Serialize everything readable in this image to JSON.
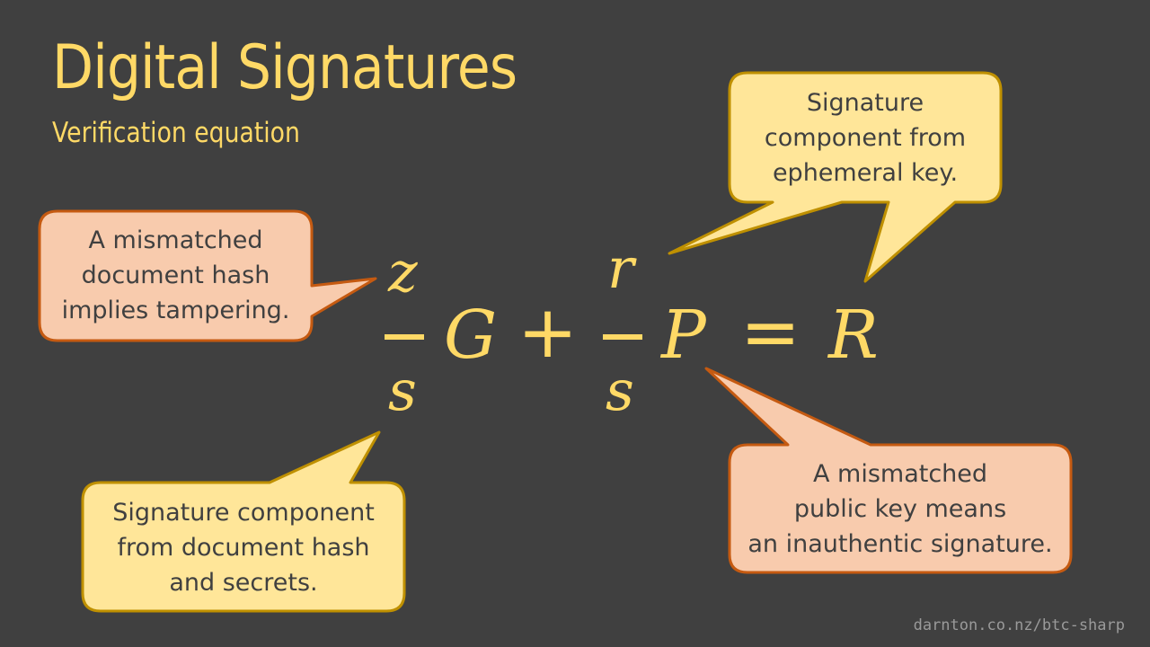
{
  "slide": {
    "title": "Digital Signatures",
    "subtitle": "Verification equation",
    "footer": "darnton.co.nz/btc-sharp"
  },
  "equation": {
    "frac1": {
      "numerator": "z",
      "denominator": "s"
    },
    "term1": "G",
    "plus": "+",
    "frac2": {
      "numerator": "r",
      "denominator": "s"
    },
    "term2": "P",
    "equals": "=",
    "result": "R"
  },
  "callouts": {
    "hash_tamper": {
      "lines": [
        "A mismatched",
        "document hash",
        "implies tampering."
      ],
      "style": "peach"
    },
    "ephemeral": {
      "lines": [
        "Signature",
        "component from",
        "ephemeral key."
      ],
      "style": "yellow"
    },
    "doc_hash": {
      "lines": [
        "Signature component",
        "from document hash",
        "and secrets."
      ],
      "style": "yellow"
    },
    "public_key": {
      "lines": [
        "A mismatched",
        "public key means",
        "an inauthentic signature."
      ],
      "style": "peach"
    }
  },
  "colors": {
    "background": "#404040",
    "accent": "#ffd966",
    "yellow_fill": "#ffe699",
    "yellow_stroke": "#bf9000",
    "peach_fill": "#f8cbad",
    "peach_stroke": "#c55a11",
    "text_dark": "#404040"
  }
}
